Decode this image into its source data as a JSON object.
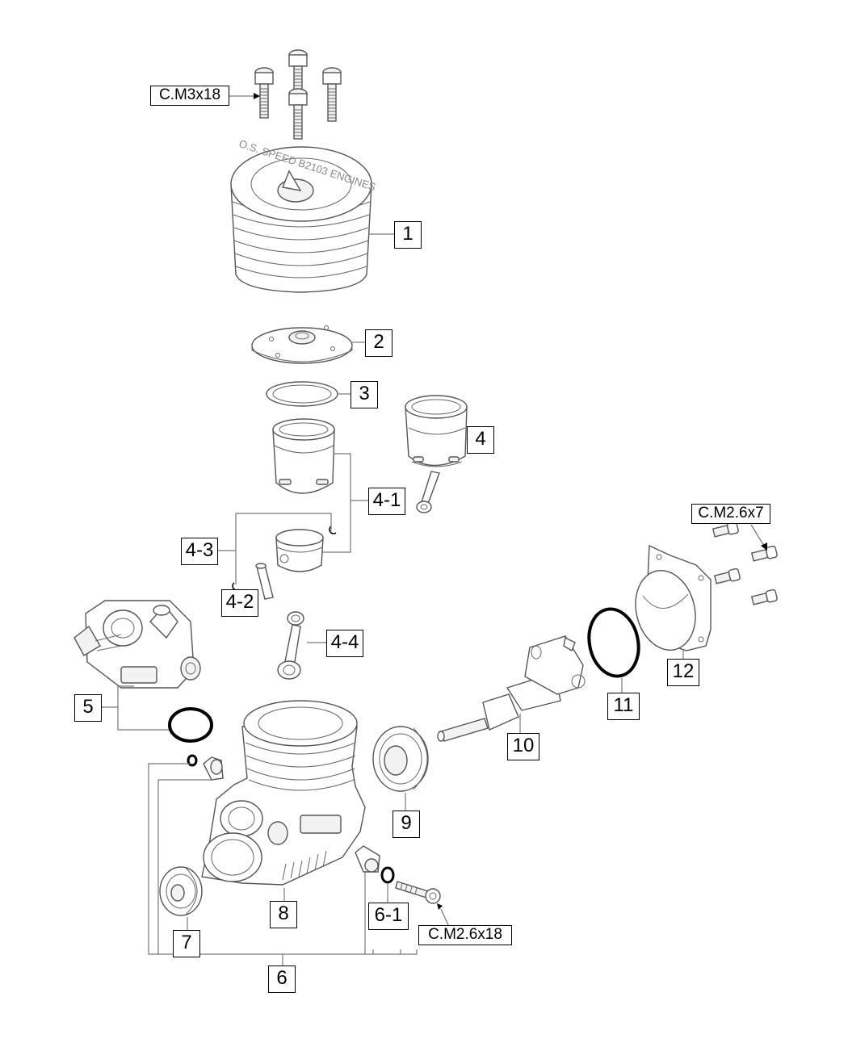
{
  "labels": {
    "p1": "1",
    "p2": "2",
    "p3": "3",
    "p4": "4",
    "p4_1": "4-1",
    "p4_2": "4-2",
    "p4_3": "4-3",
    "p4_4": "4-4",
    "p5": "5",
    "p6": "6",
    "p6_1": "6-1",
    "p7": "7",
    "p8": "8",
    "p9": "9",
    "p10": "10",
    "p11": "11",
    "p12": "12",
    "screw_head": "C.M3x18",
    "screw_backplate": "C.M2.6x7",
    "screw_carb": "C.M2.6x18"
  },
  "head_engraving": "O.S. SPEED B2103 ENGINES"
}
